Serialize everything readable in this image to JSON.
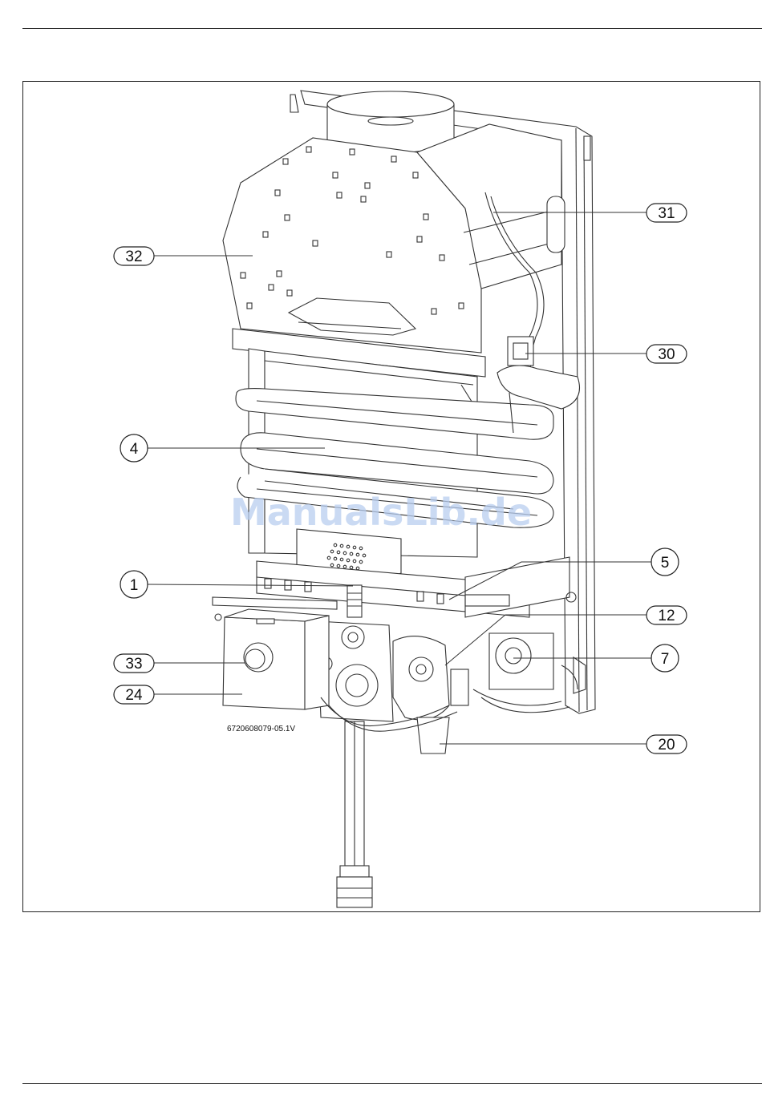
{
  "figure": {
    "id_text": "6720608079-05.1V",
    "watermark": "ManualsLib.de"
  },
  "callouts": [
    {
      "key": "32",
      "label": "32"
    },
    {
      "key": "4",
      "label": "4"
    },
    {
      "key": "1",
      "label": "1"
    },
    {
      "key": "33",
      "label": "33"
    },
    {
      "key": "24",
      "label": "24"
    },
    {
      "key": "31",
      "label": "31"
    },
    {
      "key": "30",
      "label": "30"
    },
    {
      "key": "5",
      "label": "5"
    },
    {
      "key": "12",
      "label": "12"
    },
    {
      "key": "7",
      "label": "7"
    },
    {
      "key": "20",
      "label": "20"
    }
  ]
}
